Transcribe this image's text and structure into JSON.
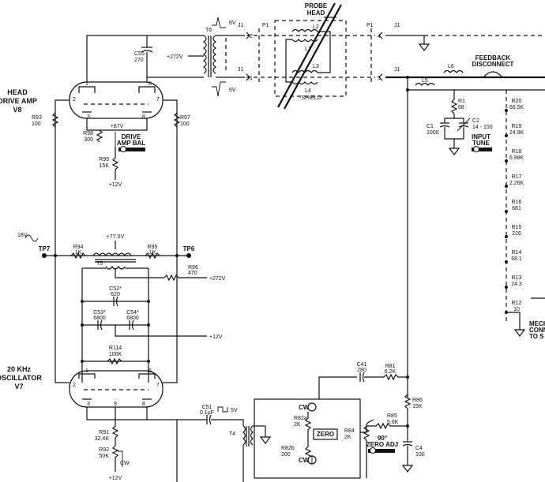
{
  "blocks": {
    "head_drive": [
      "HEAD",
      "DRIVE AMP",
      "V8"
    ],
    "oscillator": [
      "20 KHz",
      "OSCILLATOR",
      "V7"
    ]
  },
  "probe": {
    "head": [
      "PROBE",
      "HEAD"
    ],
    "shield": "-SHIELD-",
    "l1": "L1",
    "l2": "L2",
    "l3": "L3",
    "l4": "L4"
  },
  "transformers": {
    "t5": "T5",
    "t6": "T6",
    "t4": "T4"
  },
  "labels": {
    "c55": [
      "C55",
      "270"
    ],
    "v272_top": "+272V",
    "v272_mid": "+272V",
    "r93": [
      "R93",
      "100"
    ],
    "r97": [
      "R97",
      "100"
    ],
    "r98": [
      "R98",
      "300"
    ],
    "r98_volt": "+87V",
    "drive_bal": [
      "DRIVE",
      "AMP BAL"
    ],
    "r99": [
      "R99",
      "15K"
    ],
    "plus12_a": "+12V",
    "plus12_b": "+12V",
    "plus12_c": "+12V",
    "tp7": "TP7",
    "tp6": "TP6",
    "r94": [
      "R94",
      "1K"
    ],
    "r95": [
      "R95",
      "1K"
    ],
    "v775": "+77.5V",
    "r96": [
      "R96",
      "470"
    ],
    "c52": [
      "C52*",
      "620"
    ],
    "c53": [
      "C53*",
      "6800"
    ],
    "c54": [
      "C54*",
      "6800"
    ],
    "r114": [
      "R114",
      "100K"
    ],
    "r91": [
      "R91",
      "32.4K"
    ],
    "r92": [
      "R92",
      "50K"
    ],
    "cw": "CW",
    "c51": [
      "C51",
      "0.1µF"
    ],
    "c41": [
      "C41",
      "280"
    ],
    "r81": [
      "R81",
      "6.2K"
    ],
    "r86": [
      "R86",
      "15K"
    ],
    "r82a": [
      "R82a",
      "2K"
    ],
    "r82b": [
      "R82b",
      "200"
    ],
    "zero": "ZERO",
    "r84": [
      "R84",
      "2K"
    ],
    "zero_adj": [
      "90°",
      "ZERO ADJ"
    ],
    "r85": [
      "R85",
      "5.6K"
    ],
    "c4": [
      "C4",
      "100"
    ],
    "l5": "L5",
    "l6": "L6",
    "feedback": [
      "FEEDBACK",
      "DISCONNECT"
    ],
    "r1": [
      "R1",
      "68"
    ],
    "c1": [
      "C1",
      "1000"
    ],
    "c2": [
      "C2",
      "14 - 150"
    ],
    "input_tune": [
      "INPUT",
      "TUNE"
    ],
    "r20": [
      "R20",
      "66.5K"
    ],
    "r19": [
      "R19",
      "24.9K"
    ],
    "r18": [
      "R18",
      "6.98K"
    ],
    "r17": [
      "R17",
      "2.26K"
    ],
    "r16": [
      "R16",
      "681"
    ],
    "r15": [
      "R15",
      "226"
    ],
    "r14": [
      "R14",
      "68.1"
    ],
    "r13": [
      "R13",
      "24.3"
    ],
    "r12": [
      "R12",
      "10"
    ],
    "mech": [
      "MECH",
      "CONN",
      "TO S"
    ],
    "pin2": "2",
    "pin1": "1",
    "pin4": "4",
    "pin5": "5",
    "j1a": "J1",
    "j1b": "J1",
    "p1a": "P1",
    "p1b": "P1",
    "j1c": "J1",
    "j1d": "J1",
    "wave_6v_a": "6V",
    "wave_6v_b": "6V",
    "wave_18v": "18V",
    "wave_5v": "5V"
  }
}
